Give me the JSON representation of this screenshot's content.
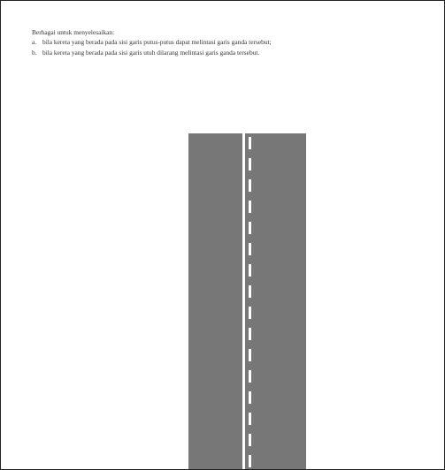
{
  "instruction": {
    "intro": "Berhagai untuk menyelesaikan:",
    "items": [
      {
        "marker": "a.",
        "text": "bila kereta yang berada pada sisi garis putus-putus dapat melintasi garis ganda tersebut;"
      },
      {
        "marker": "b.",
        "text": "bila kereta yang berada pada sisi garis utuh dilarang melintasi garis ganda tersebut."
      }
    ]
  },
  "figure": {
    "road_color": "#777777",
    "line_color": "#ffffff",
    "solid_line": "solid",
    "dashed_line": "dashed"
  }
}
